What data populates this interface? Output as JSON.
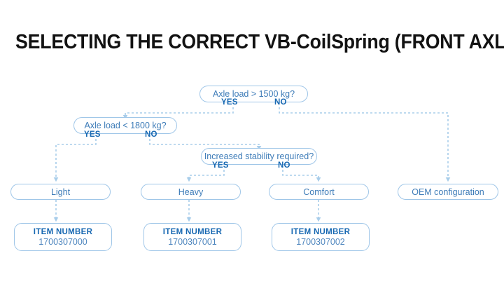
{
  "page": {
    "title": "SELECTING THE CORRECT VB-CoilSpring (FRONT AXLE)",
    "background": "#ffffff",
    "accent_blue": "#1768B2",
    "node_text_blue": "#3E7CB8",
    "node_border_blue": "#9FC6E8",
    "connector_blue": "#A8CDEA"
  },
  "chart_data": {
    "type": "diagram",
    "title": "SELECTING THE CORRECT VB-CoilSpring (FRONT AXLE)",
    "nodes": [
      {
        "id": "d1",
        "kind": "decision",
        "label": "Axle load > 1500 kg?"
      },
      {
        "id": "d2",
        "kind": "decision",
        "label": "Axle load < 1800 kg?"
      },
      {
        "id": "d3",
        "kind": "decision",
        "label": "Increased stability required?"
      },
      {
        "id": "r1",
        "kind": "result",
        "label": "Light"
      },
      {
        "id": "r2",
        "kind": "result",
        "label": "Heavy"
      },
      {
        "id": "r3",
        "kind": "result",
        "label": "Comfort"
      },
      {
        "id": "r4",
        "kind": "result",
        "label": "OEM configuration"
      },
      {
        "id": "i1",
        "kind": "item",
        "title": "ITEM NUMBER",
        "number": "1700307000"
      },
      {
        "id": "i2",
        "kind": "item",
        "title": "ITEM NUMBER",
        "number": "1700307001"
      },
      {
        "id": "i3",
        "kind": "item",
        "title": "ITEM NUMBER",
        "number": "1700307002"
      }
    ],
    "edges": [
      {
        "from": "d1",
        "to": "d2",
        "label": "YES"
      },
      {
        "from": "d1",
        "to": "r4",
        "label": "NO"
      },
      {
        "from": "d2",
        "to": "r1",
        "label": "YES"
      },
      {
        "from": "d2",
        "to": "d3",
        "label": "NO"
      },
      {
        "from": "d3",
        "to": "r2",
        "label": "YES"
      },
      {
        "from": "d3",
        "to": "r3",
        "label": "NO"
      },
      {
        "from": "r1",
        "to": "i1",
        "label": ""
      },
      {
        "from": "r2",
        "to": "i2",
        "label": ""
      },
      {
        "from": "r3",
        "to": "i3",
        "label": ""
      }
    ]
  },
  "decisions": {
    "d1": {
      "label": "Axle load > 1500 kg?",
      "yes": "YES",
      "no": "NO"
    },
    "d2": {
      "label": "Axle load < 1800 kg?",
      "yes": "YES",
      "no": "NO"
    },
    "d3": {
      "label": "Increased stability required?",
      "yes": "YES",
      "no": "NO"
    }
  },
  "results": {
    "light": "Light",
    "heavy": "Heavy",
    "comfort": "Comfort",
    "oem": "OEM configuration"
  },
  "items": [
    {
      "title": "ITEM NUMBER",
      "number": "1700307000"
    },
    {
      "title": "ITEM NUMBER",
      "number": "1700307001"
    },
    {
      "title": "ITEM NUMBER",
      "number": "1700307002"
    }
  ]
}
